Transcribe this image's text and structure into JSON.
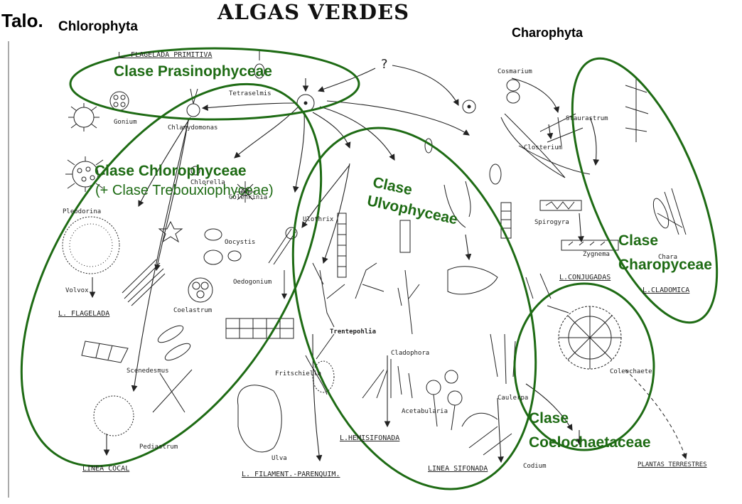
{
  "header": {
    "talo": "Talo.",
    "chlorophyta": "Chlorophyta",
    "title": "ALGAS VERDES",
    "charophyta": "Charophyta",
    "question_mark": "?"
  },
  "classes": {
    "prasinophyceae": "Clase Prasinophyceae",
    "chlorophyceae": "Clase Chlorophyceae",
    "trebouxiophyceae": "(+ Clase Trebouxiophyceae)",
    "ulvophyceae_1": "Clase",
    "ulvophyceae_2": "Ulvophyceae",
    "charophyceae_1": "Clase",
    "charophyceae_2": "Charopyceae",
    "coleochaetaceae_1": "Clase",
    "coleochaetaceae_2": "Coelochaetaceae"
  },
  "organisms": {
    "flagelada_primitiva": "L. FLAGELADA PRIMITIVA",
    "tetraselmis": "Tetraselmis",
    "gonium": "Gonium",
    "chlamydomonas": "Chlamydomonas",
    "chlorella": "Chlorella",
    "golenkinia": "Golenkinia",
    "pleodorina": "Pleodorina",
    "oocystis": "Oocystis",
    "oedogonium": "Oedogonium",
    "ulothrix": "Ulothrix",
    "volvox": "Volvox",
    "coelastrum": "Coelastrum",
    "scenedesmus": "Scenedesmus",
    "pediastrum": "Pediastrum",
    "trentepohlia": "Trentepohlia",
    "fritschiella": "Fritschiella",
    "cladophora": "Cladophora",
    "ulva": "Ulva",
    "acetabularia": "Acetabularia",
    "caulerpa": "Caulerpa",
    "codium": "Codium",
    "cosmarium": "Cosmarium",
    "staurastrum": "Staurastrum",
    "closterium": "Closterium",
    "spirogyra": "Spirogyra",
    "zygnema": "Zygnema",
    "chara": "Chara",
    "coleochaete": "Coleochaete"
  },
  "lines": {
    "flagelada": "L. FLAGELADA",
    "cocal": "LINEA COCAL",
    "filament": "L. FILAMENT.-PARENQUIM.",
    "hemisifonada": "L.HEMISIFONADA",
    "sifonada": "LINEA SIFONADA",
    "conjugadas": "L.CONJUGADAS",
    "cladomica": "L.CLADOMICA",
    "plantas_terrestres": "PLANTAS TERRESTRES"
  },
  "colors": {
    "ellipse_stroke": "#1e6b14",
    "class_text": "#1e6b14",
    "ink": "#222222"
  }
}
